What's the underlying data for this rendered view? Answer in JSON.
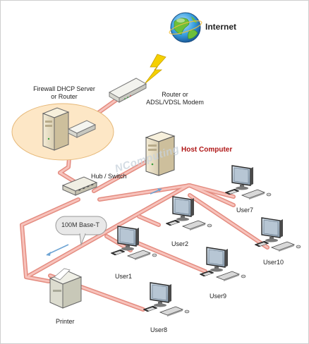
{
  "labels": {
    "internet": "Internet",
    "firewall": [
      "Firewall DHCP Server",
      "or Router"
    ],
    "router": [
      "Router or",
      "ADSL/VDSL Modem"
    ],
    "host_computer": "Host Computer",
    "hub_switch": "Hub / Switch",
    "network_type": "100M Base-T",
    "printer": "Printer",
    "watermark": "NComputing",
    "users": {
      "user1": "User1",
      "user2": "User2",
      "user7": "User7",
      "user8": "User8",
      "user9": "User9",
      "user10": "User10"
    }
  },
  "colors": {
    "cable": "#f2a8a0",
    "cable_edge": "#e07f74",
    "firewall_zone": "#fde7c6",
    "host_label": "#b01818",
    "flow_arrow": "#6ea4d4",
    "lightning": "#f5d000"
  },
  "icons": [
    "globe-icon",
    "lightning-icon",
    "router-icon",
    "server-tower-icon",
    "hub-icon",
    "printer-icon",
    "monitor-icon",
    "keyboard-icon",
    "mouse-icon",
    "flow-arrow-icon"
  ]
}
